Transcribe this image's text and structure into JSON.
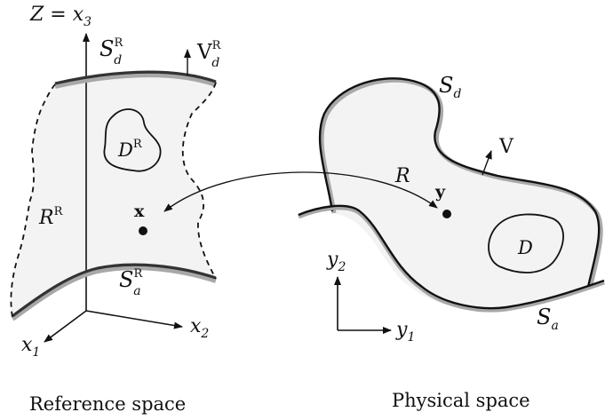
{
  "reference": {
    "axis_z": "Z = x",
    "axis_z_sub": "3",
    "axis_x1": "x",
    "axis_x1_sub": "1",
    "axis_x2": "x",
    "axis_x2_sub": "2",
    "top_surface": "S",
    "top_surface_sup": "R",
    "top_surface_sub": "d",
    "velocity": "V",
    "velocity_sup": "R",
    "velocity_sub": "d",
    "inclusion": "D",
    "inclusion_sup": "R",
    "region": "R",
    "region_sup": "R",
    "point": "x",
    "bottom_surface": "S",
    "bottom_surface_sup": "R",
    "bottom_surface_sub": "a",
    "caption": "Reference space"
  },
  "physical": {
    "top_surface": "S",
    "top_surface_sub": "d",
    "velocity": "V",
    "region": "R",
    "point": "y",
    "inclusion": "D",
    "bottom_surface": "S",
    "bottom_surface_sub": "a",
    "axis_y1": "y",
    "axis_y1_sub": "1",
    "axis_y2": "y",
    "axis_y2_sub": "2",
    "caption": "Physical space"
  },
  "colors": {
    "region_fill": "#f3f3f3",
    "outline": "#111111",
    "shadow": "#a8a8a8"
  }
}
